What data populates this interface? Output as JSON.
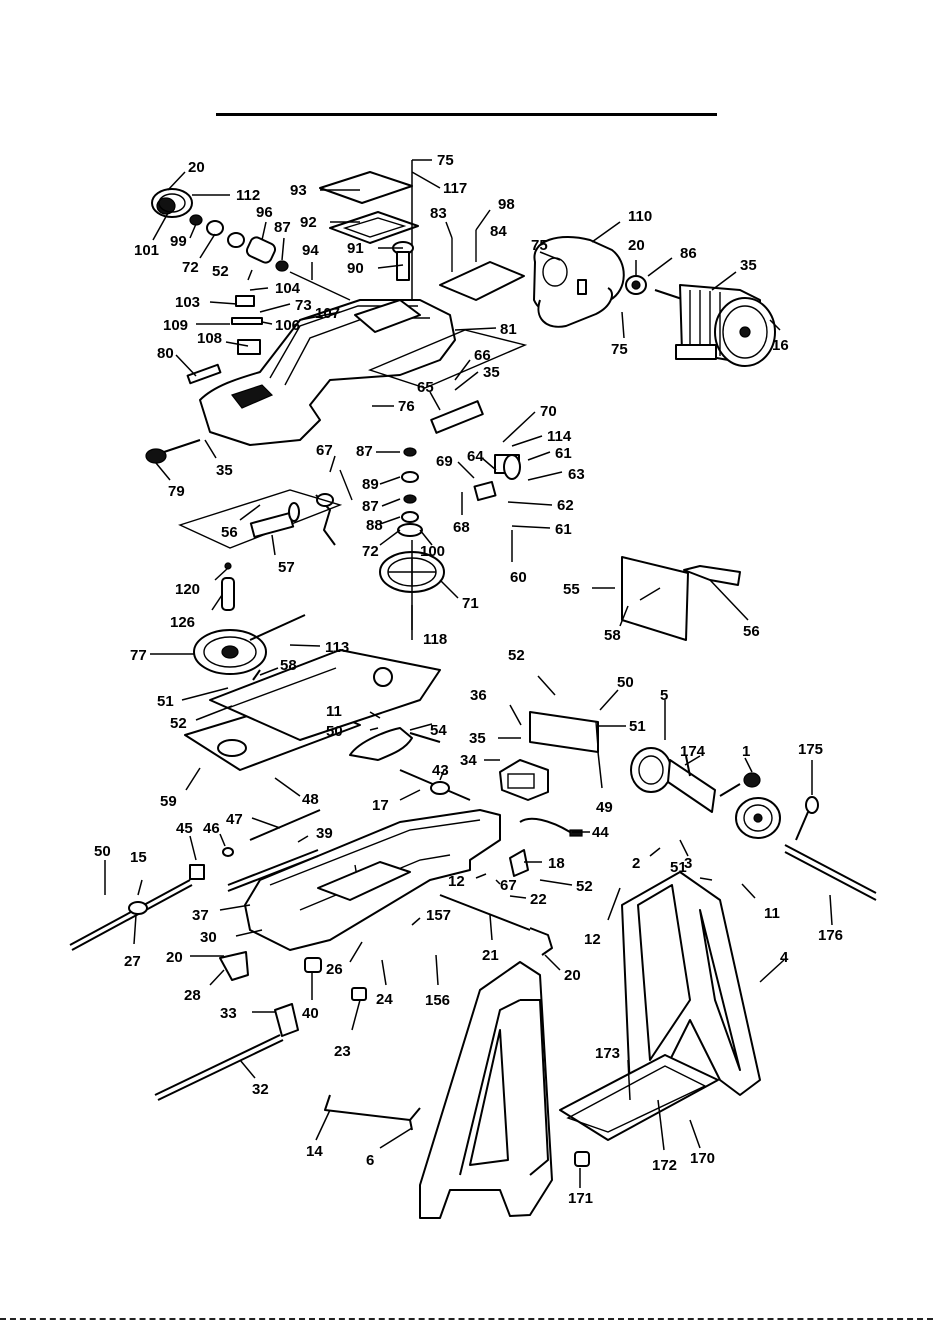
{
  "page": {
    "title": ""
  },
  "diagram": {
    "kind": "exploded parts diagram",
    "colors": {
      "ink": "#000000",
      "paper": "#ffffff"
    },
    "labels": [
      "20",
      "112",
      "101",
      "99",
      "72",
      "96",
      "87",
      "94",
      "90",
      "91",
      "92",
      "93",
      "117",
      "75",
      "83",
      "98",
      "84",
      "110",
      "20",
      "86",
      "35",
      "16",
      "75",
      "75",
      "52",
      "104",
      "103",
      "73",
      "109",
      "106",
      "107",
      "81",
      "108",
      "80",
      "66",
      "35",
      "65",
      "76",
      "79",
      "35",
      "70",
      "114",
      "61",
      "63",
      "64",
      "69",
      "62",
      "68",
      "61",
      "60",
      "67",
      "87",
      "89",
      "87",
      "88",
      "72",
      "100",
      "71",
      "118",
      "56",
      "57",
      "120",
      "126",
      "77",
      "113",
      "58",
      "51",
      "52",
      "59",
      "48",
      "55",
      "58",
      "56",
      "52",
      "50",
      "36",
      "35",
      "51",
      "34",
      "49",
      "5",
      "174",
      "1",
      "175",
      "11",
      "50",
      "54",
      "43",
      "17",
      "47",
      "46",
      "45",
      "39",
      "44",
      "18",
      "52",
      "12",
      "67",
      "22",
      "50",
      "15",
      "37",
      "30",
      "27",
      "20",
      "28",
      "26",
      "24",
      "157",
      "21",
      "20",
      "156",
      "40",
      "23",
      "33",
      "32",
      "2",
      "3",
      "51",
      "11",
      "12",
      "176",
      "4",
      "173",
      "14",
      "6",
      "172",
      "170",
      "171"
    ]
  }
}
